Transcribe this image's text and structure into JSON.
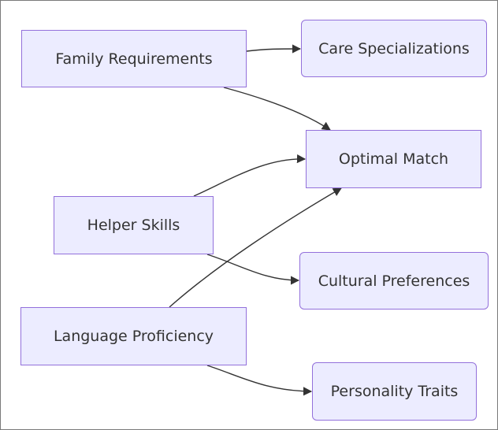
{
  "diagram": {
    "nodes": {
      "family": "Family Requirements",
      "care": "Care Specializations",
      "optimal": "Optimal Match",
      "helper": "Helper Skills",
      "cultural": "Cultural Preferences",
      "language": "Language Proficiency",
      "personality": "Personality Traits"
    },
    "edges": [
      {
        "from": "family",
        "to": "care"
      },
      {
        "from": "family",
        "to": "optimal"
      },
      {
        "from": "helper",
        "to": "optimal"
      },
      {
        "from": "helper",
        "to": "cultural"
      },
      {
        "from": "language",
        "to": "optimal"
      },
      {
        "from": "language",
        "to": "personality"
      }
    ],
    "colors": {
      "node_fill": "#ECECFF",
      "node_border": "#9370DB",
      "edge": "#333333",
      "text": "#333333"
    }
  }
}
